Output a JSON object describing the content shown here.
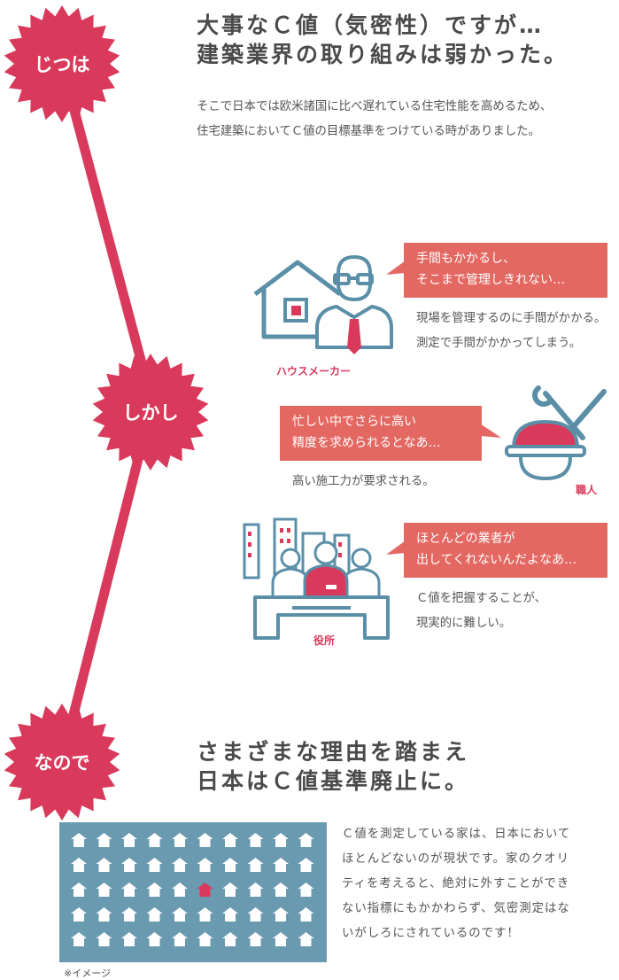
{
  "colors": {
    "accent": "#d93a5c",
    "icon_line": "#5b8fa8",
    "bubble": "#e36862",
    "panel": "#6a9ab0"
  },
  "section1": {
    "label": "じつは",
    "heading": [
      "大事なＣ値（気密性）ですが…",
      "建築業界の取り組みは弱かった。"
    ],
    "body": [
      "そこで日本では欧米諸国に比べ遅れている住宅性能を高めるため、",
      "住宅建築においてＣ値の目標基準をつけている時がありました。"
    ]
  },
  "section2": {
    "label": "しかし",
    "housemaker": {
      "role": "ハウスメーカー",
      "speech": [
        "手間もかかるし、",
        "そこまで管理しきれない…"
      ],
      "desc": [
        "現場を管理するのに手間がかかる。",
        "測定で手間がかかってしまう。"
      ]
    },
    "craftsman": {
      "role": "職人",
      "speech": [
        "忙しい中でさらに高い",
        "精度を求められるとなあ…"
      ],
      "desc": [
        "高い施工力が要求される。"
      ]
    },
    "office": {
      "role": "役所",
      "speech": [
        "ほとんどの業者が",
        "出してくれないんだよなあ…"
      ],
      "desc": [
        "Ｃ値を把握することが、",
        "現実的に難しい。"
      ]
    }
  },
  "section3": {
    "label": "なので",
    "heading": [
      "さまざまな理由を踏まえ",
      "日本はＣ値基準廃止に。"
    ],
    "body": [
      "Ｃ値を測定している家は、日本において",
      "ほとんどないのが現状です。家のクオリ",
      "ティを考えると、絶対に外すことができ",
      "ない指標にもかかわらず、気密測定はな",
      "いがしろにされているのです！"
    ],
    "note": "※イメージ",
    "grid": {
      "rows": 5,
      "cols": 10,
      "highlight_row": 2,
      "highlight_col": 5
    }
  }
}
